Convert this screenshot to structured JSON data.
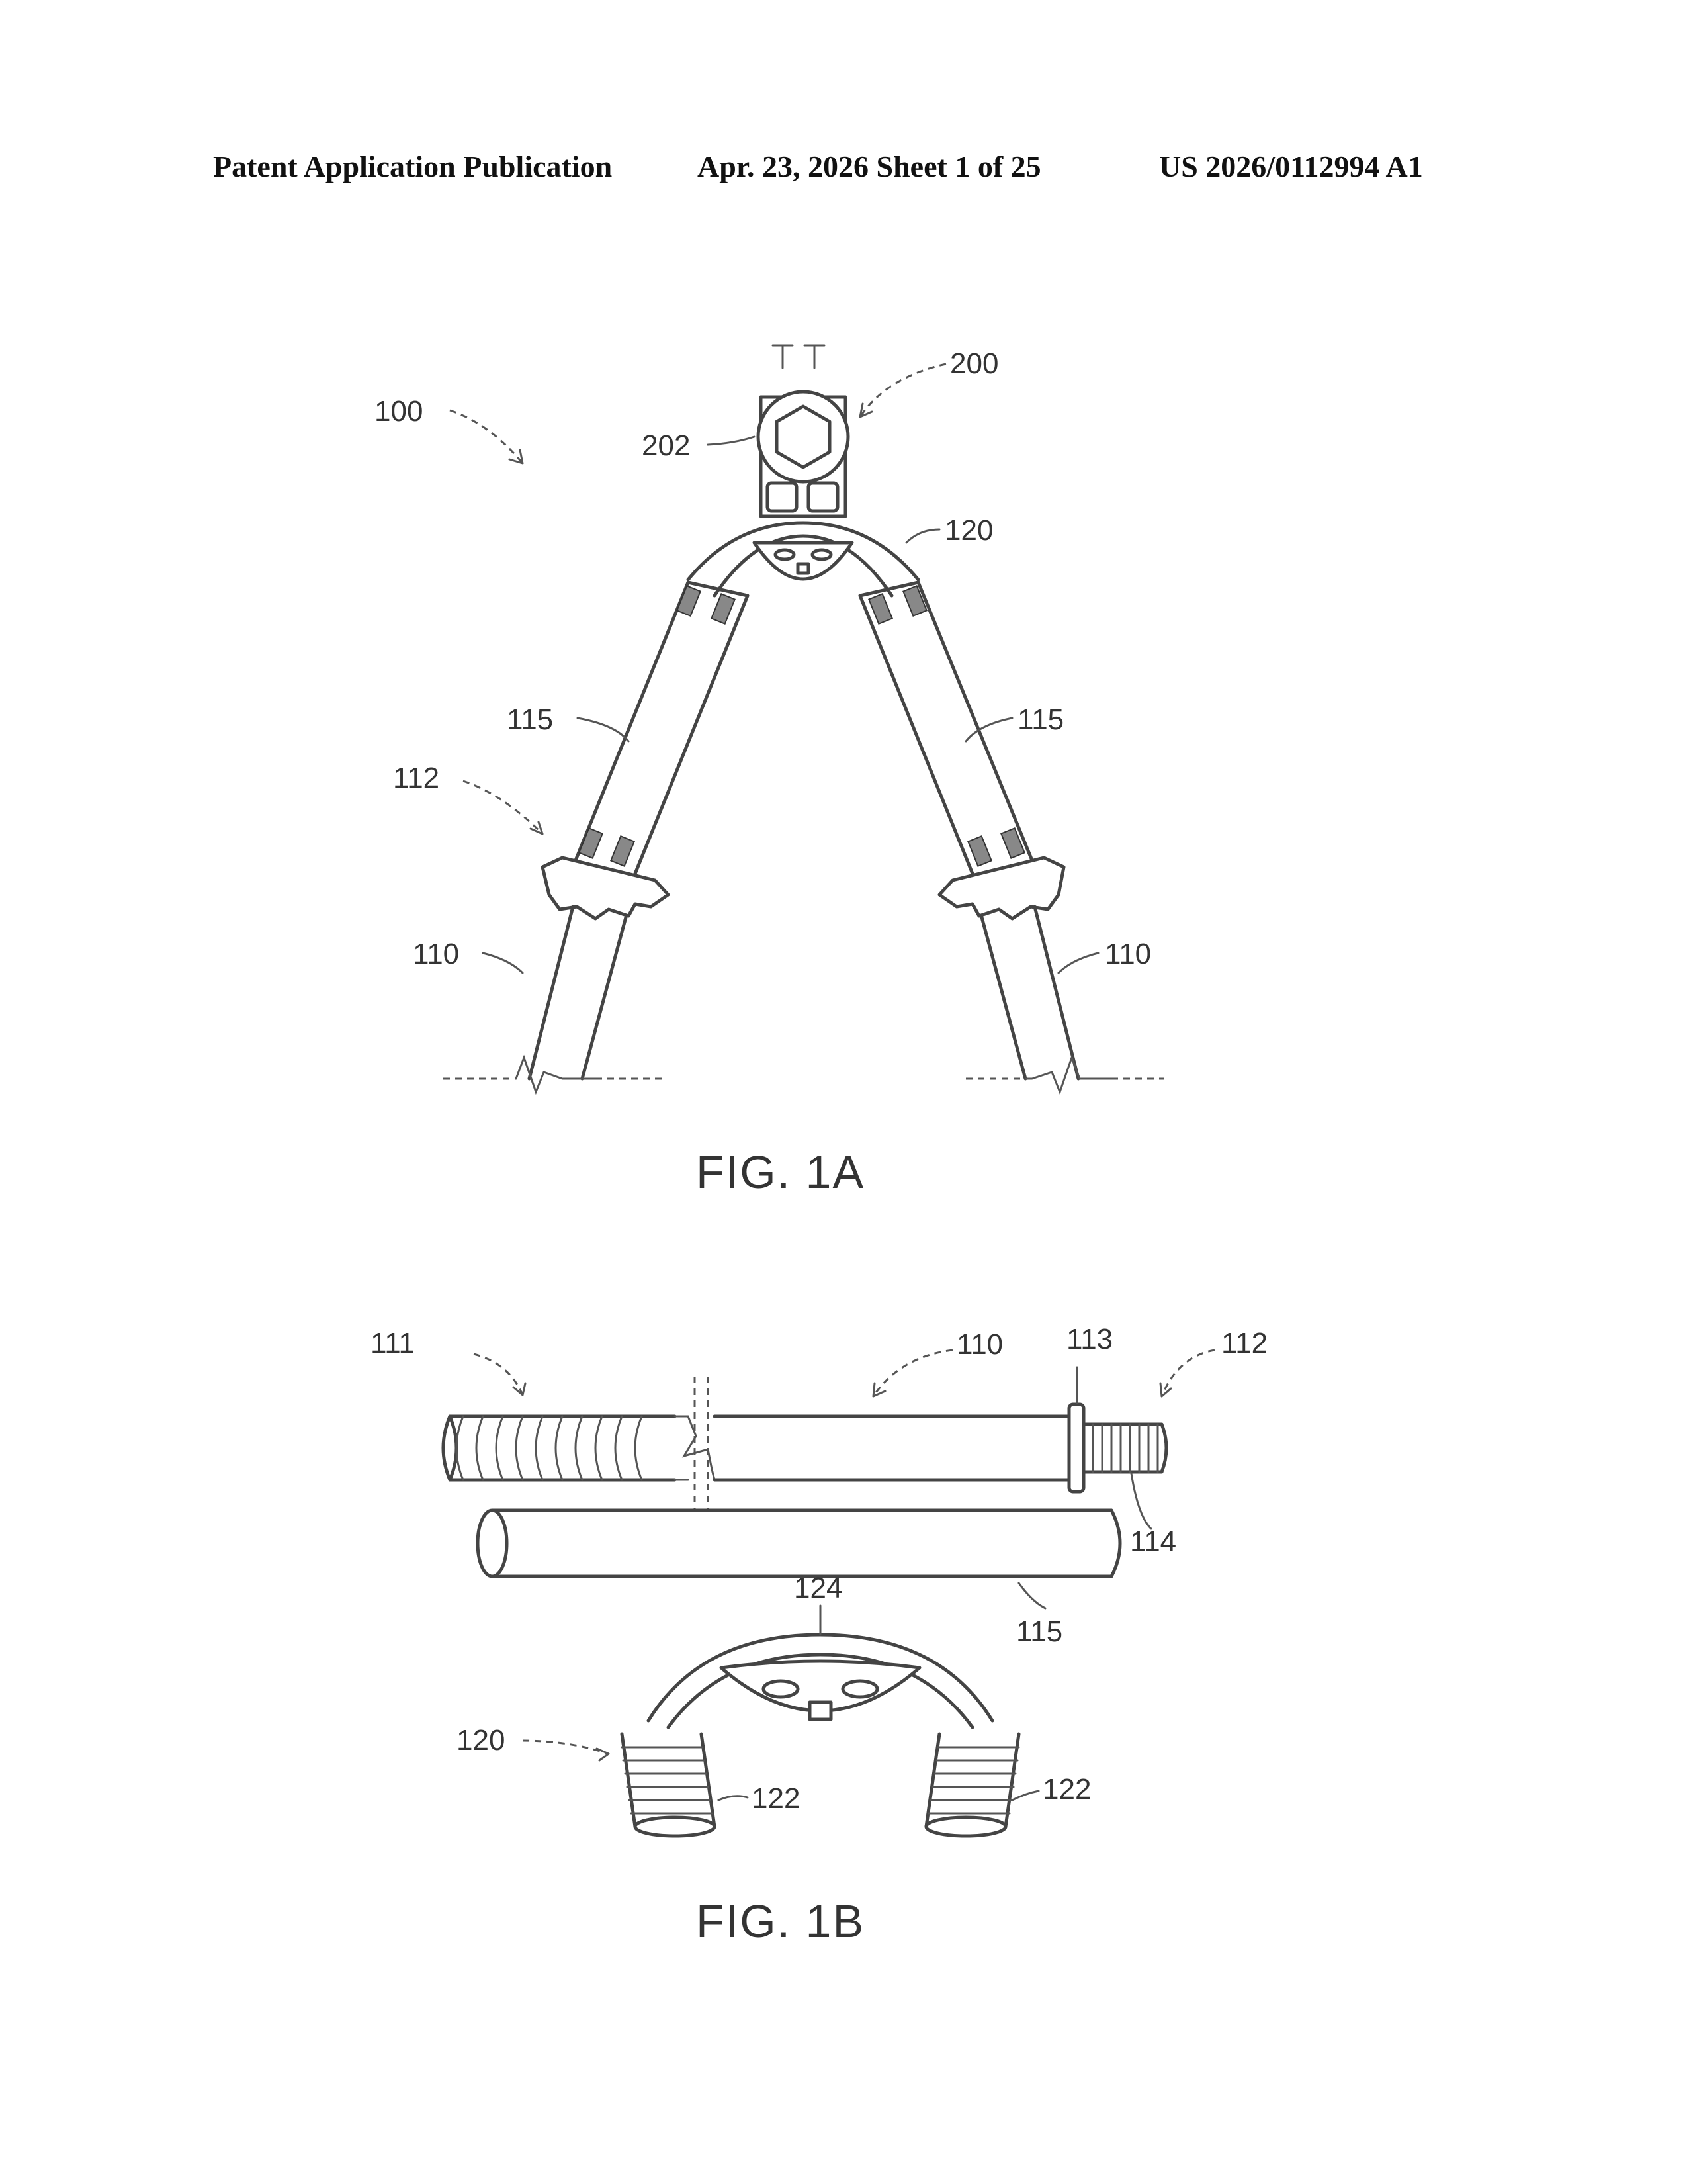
{
  "header": {
    "publication": "Patent Application Publication",
    "date_sheet": "Apr. 23, 2026  Sheet 1 of 25",
    "number": "US 2026/0112994 A1"
  },
  "fig1a": {
    "caption": "FIG. 1A",
    "labels": {
      "l100": "100",
      "l200": "200",
      "l202": "202",
      "l120": "120",
      "l115_left": "115",
      "l115_right": "115",
      "l112": "112",
      "l110_left": "110",
      "l110_right": "110"
    }
  },
  "fig1b": {
    "caption": "FIG. 1B",
    "labels": {
      "l111": "111",
      "l110": "110",
      "l113": "113",
      "l112": "112",
      "l114": "114",
      "l124": "124",
      "l115": "115",
      "l120": "120",
      "l122_left": "122",
      "l122_right": "122"
    }
  }
}
